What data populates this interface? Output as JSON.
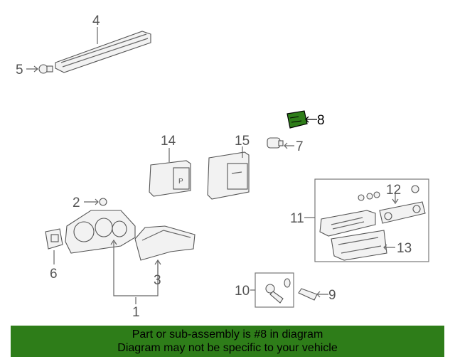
{
  "callouts": {
    "c1": "1",
    "c2": "2",
    "c3": "3",
    "c4": "4",
    "c5": "5",
    "c6": "6",
    "c7": "7",
    "c8": "8",
    "c9": "9",
    "c10": "10",
    "c11": "11",
    "c12": "12",
    "c13": "13",
    "c14": "14",
    "c15": "15"
  },
  "highlight_color": "#2e7d19",
  "banner": {
    "line1": "Part or sub-assembly is #8 in diagram",
    "line2": "Diagram may not be specific to your vehicle"
  }
}
